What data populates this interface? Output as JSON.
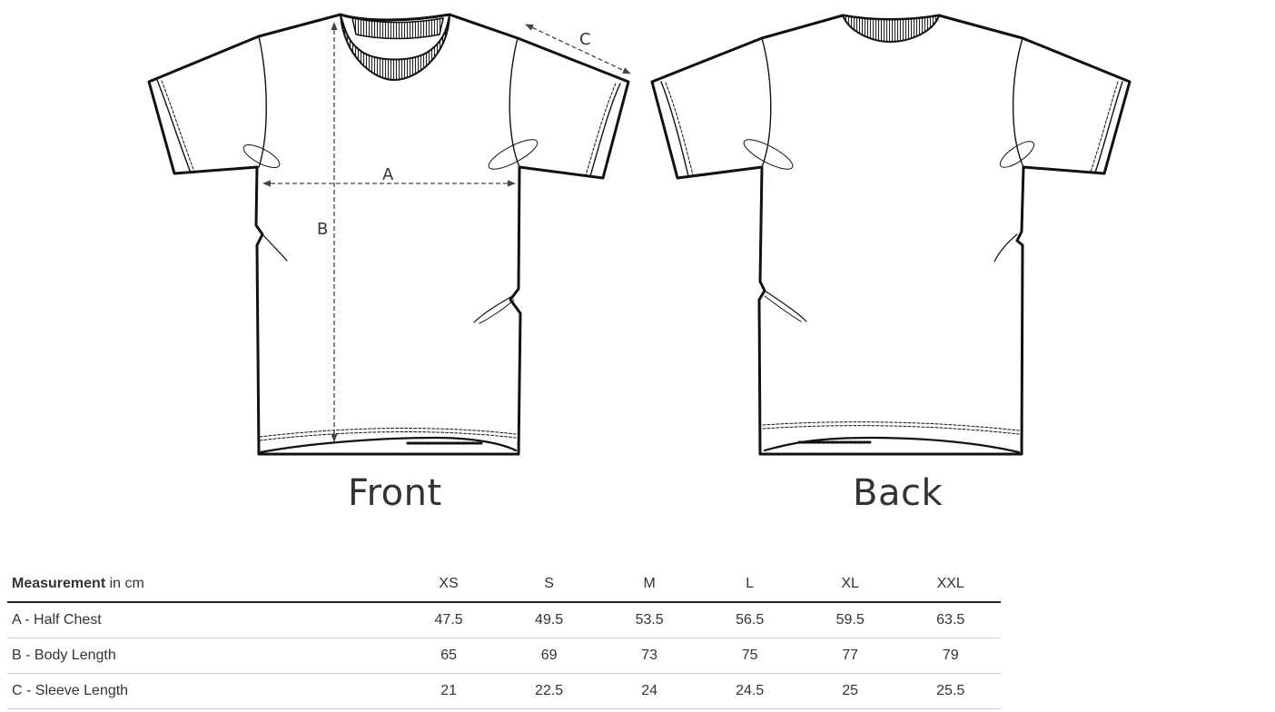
{
  "views": {
    "front": "Front",
    "back": "Back"
  },
  "markers": {
    "a": "A",
    "b": "B",
    "c": "C"
  },
  "table": {
    "header_bold": "Measurement",
    "header_unit": " in cm",
    "sizes": [
      "XS",
      "S",
      "M",
      "L",
      "XL",
      "XXL"
    ],
    "rows": [
      {
        "label": "A - Half Chest",
        "values": [
          "47.5",
          "49.5",
          "53.5",
          "56.5",
          "59.5",
          "63.5"
        ]
      },
      {
        "label": "B - Body Length",
        "values": [
          "65",
          "69",
          "73",
          "75",
          "77",
          "79"
        ]
      },
      {
        "label": "C - Sleeve Length",
        "values": [
          "21",
          "22.5",
          "24",
          "24.5",
          "25",
          "25.5"
        ]
      }
    ]
  }
}
